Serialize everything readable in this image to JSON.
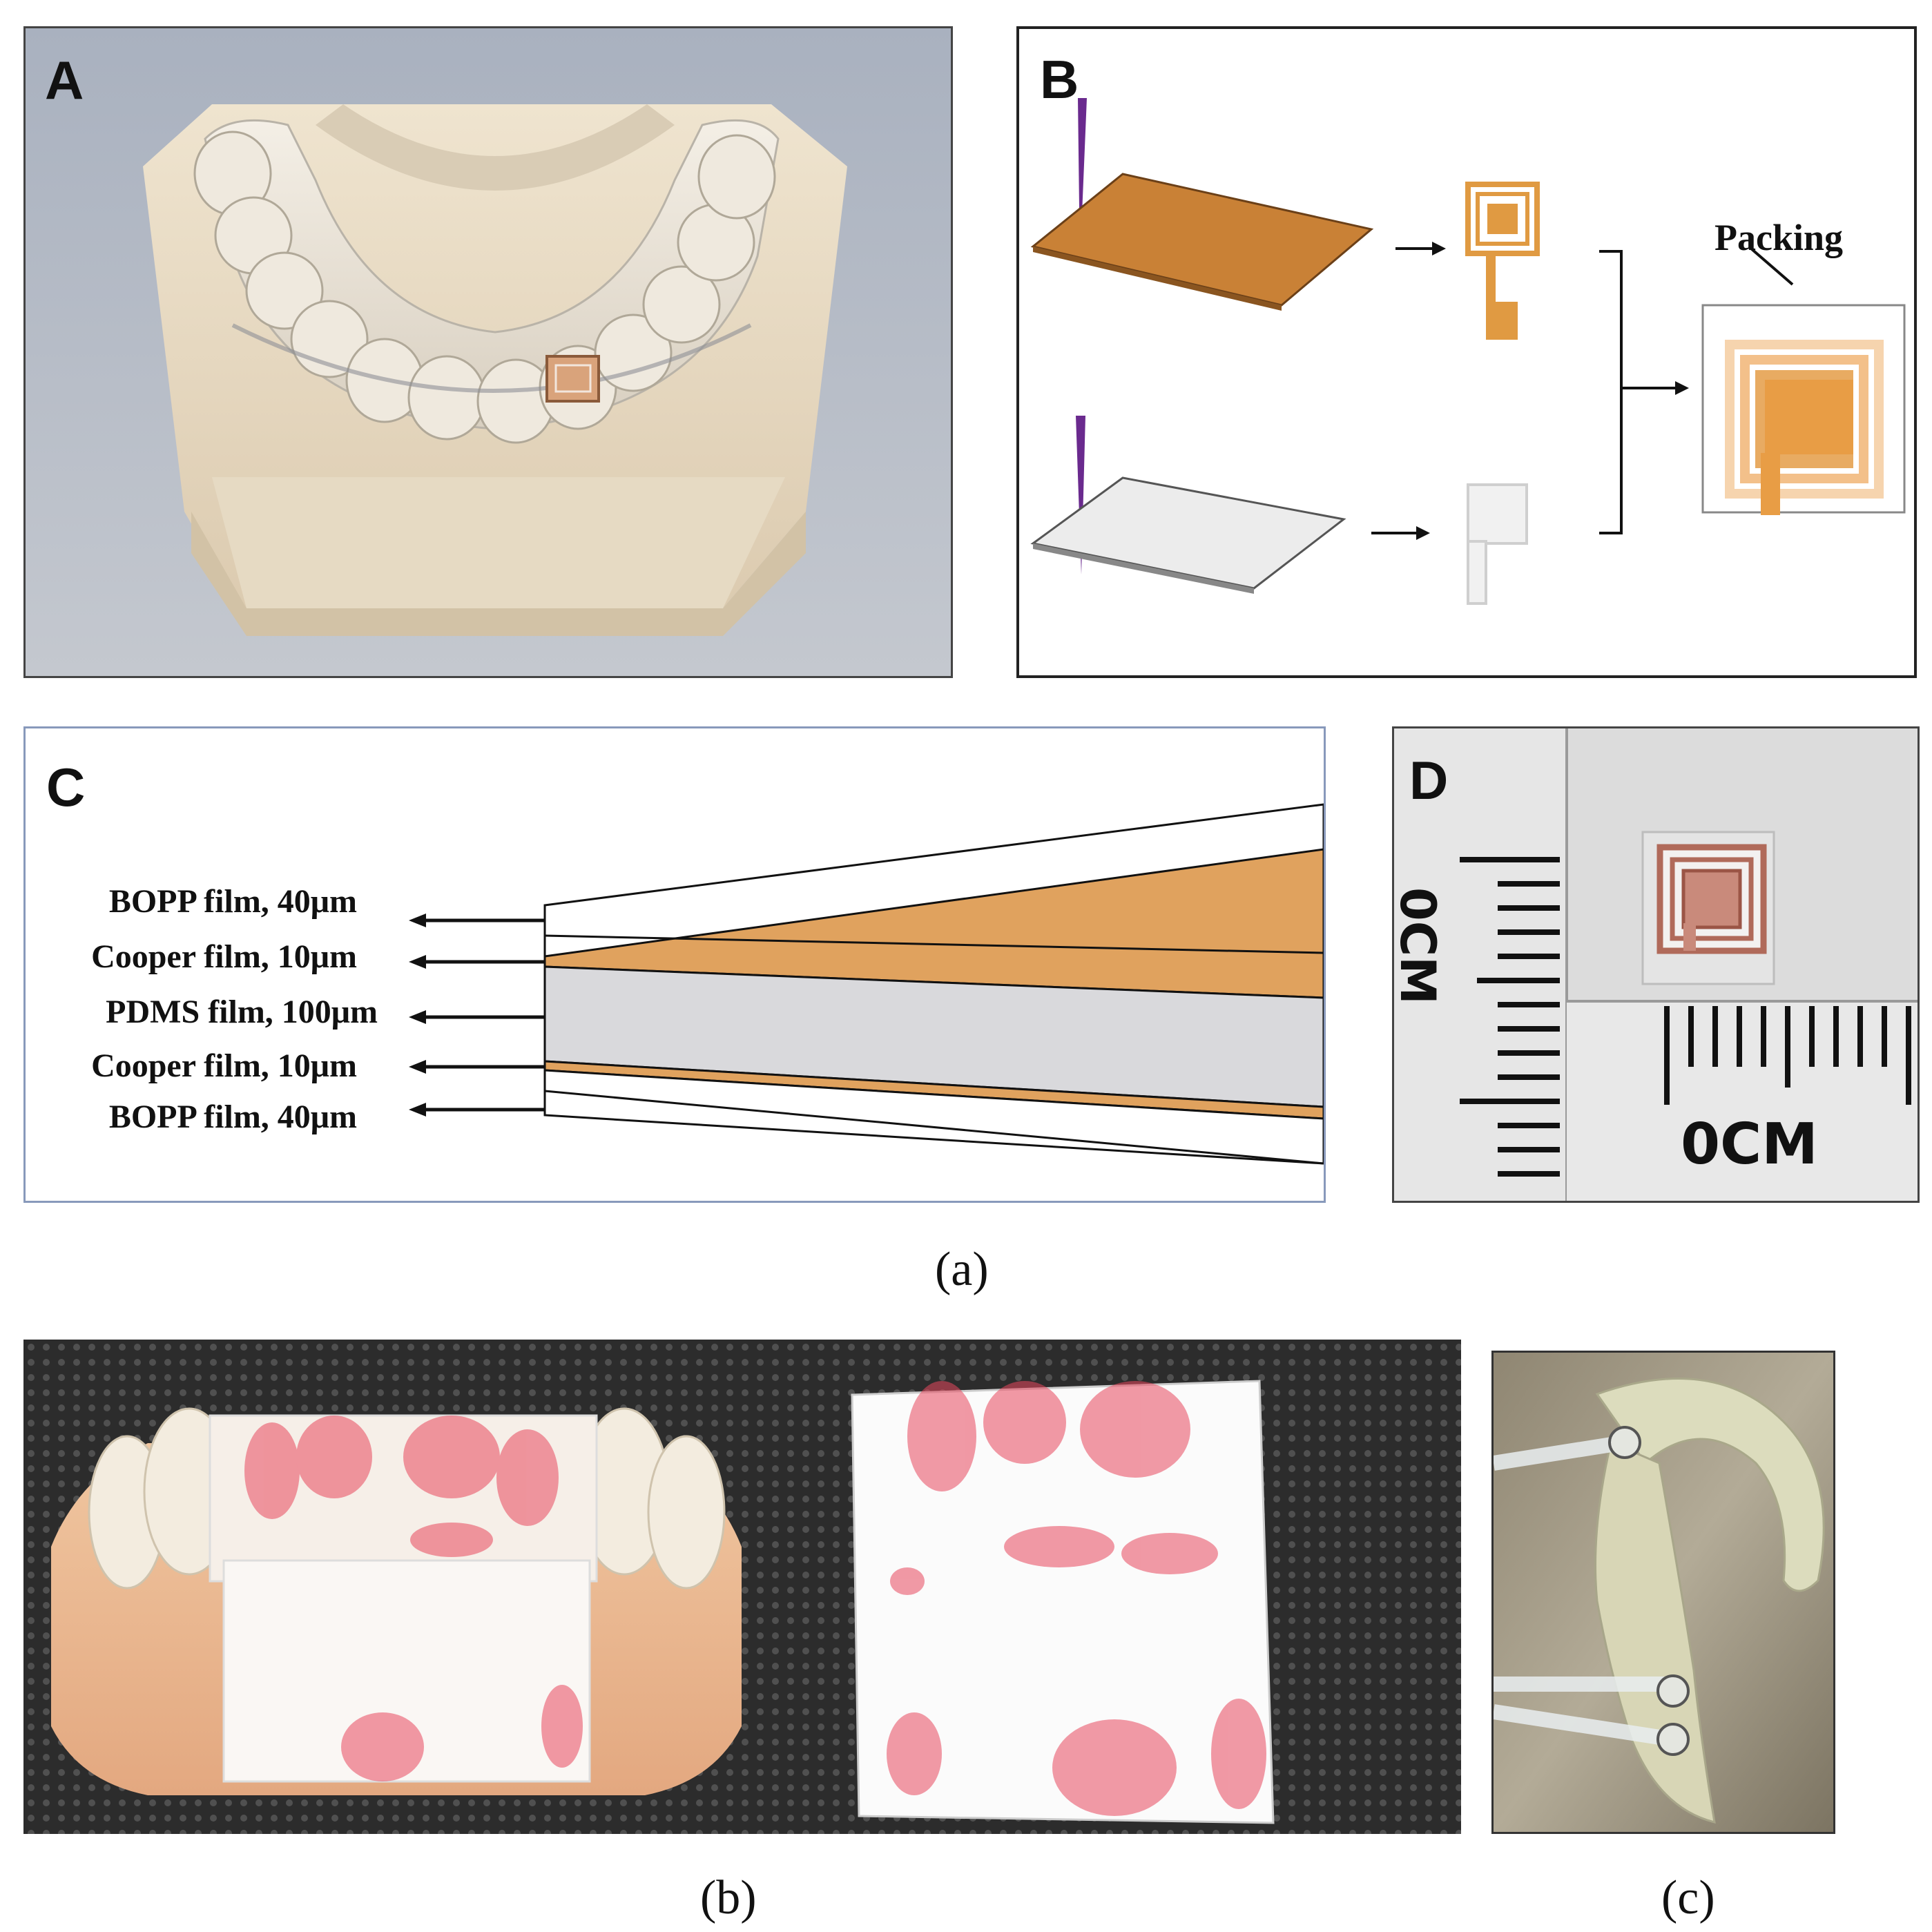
{
  "figure": {
    "panels": {
      "A": {
        "letter": "A"
      },
      "B": {
        "letter": "B",
        "packing_label": "Packing"
      },
      "C": {
        "letter": "C",
        "layers": [
          {
            "label": "BOPP film, 40μm",
            "color": "#ffffff"
          },
          {
            "label": "Cooper film, 10μm",
            "color": "#e0a25e"
          },
          {
            "label": "PDMS film, 100μm",
            "color": "#d9d9dc"
          },
          {
            "label": "Cooper film, 10μm",
            "color": "#e0a25e"
          },
          {
            "label": "BOPP film, 40μm",
            "color": "#ffffff"
          }
        ]
      },
      "D": {
        "letter": "D",
        "ruler_label_h": "0CM",
        "ruler_label_v": "0CM"
      }
    },
    "captions": {
      "a": "(a)",
      "b": "(b)",
      "c": "(c)"
    }
  },
  "colors": {
    "copper": "#e0a25e",
    "copper_dark": "#c78035",
    "pdms": "#d9d9dc",
    "needle": "#6a2a8e",
    "frame": "#222222",
    "pressure_red": "#e8485e"
  }
}
